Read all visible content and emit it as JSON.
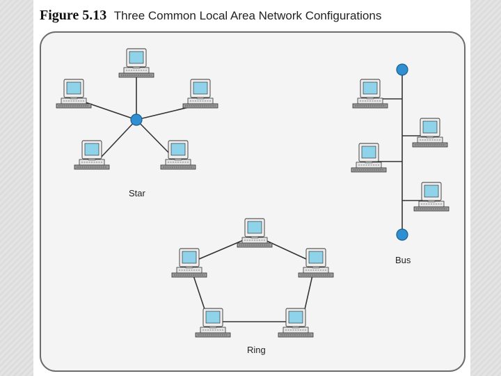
{
  "figure": {
    "label": "Figure 5.13",
    "caption": "Three Common Local Area Network Configurations"
  },
  "topologies": {
    "star": {
      "label": "Star",
      "computers": 5,
      "hub": "blue-circle"
    },
    "bus": {
      "label": "Bus",
      "computers": 4,
      "terminators": 2
    },
    "ring": {
      "label": "Ring",
      "computers": 5
    }
  },
  "colors": {
    "panel_fill": "#f4f4f4",
    "panel_stroke": "#6c6c6c",
    "node_blue": "#2f8fd0",
    "cable": "#333333",
    "screen": "#8fd3ea",
    "monitor": "#f0f0f0"
  },
  "icons": {
    "computer": "computer-icon",
    "hub": "hub-node-icon",
    "terminator": "terminator-node-icon"
  }
}
